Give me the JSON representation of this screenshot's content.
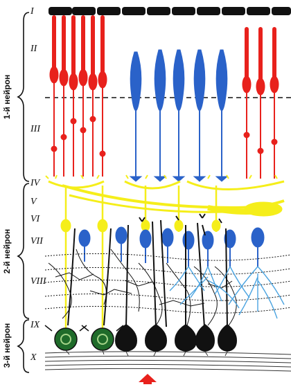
{
  "layers": [
    "I",
    "II",
    "III",
    "IV",
    "V",
    "VI",
    "VII",
    "VIII",
    "IX",
    "X"
  ],
  "neuron_labels": {
    "first": "1-й нейрон",
    "second": "2-й нейрон",
    "third": "3-й нейрон"
  },
  "colors": {
    "rod": "#e8211c",
    "cone": "#2a62c9",
    "horizontal": "#f5ee1a",
    "ganglion_green": "#1f6b2a",
    "ganglion_black": "#111111",
    "light_arrow": "#e8211c",
    "dendrite_light": "#4aa3e0"
  },
  "icons": {
    "light_direction": "up-arrow-icon"
  }
}
